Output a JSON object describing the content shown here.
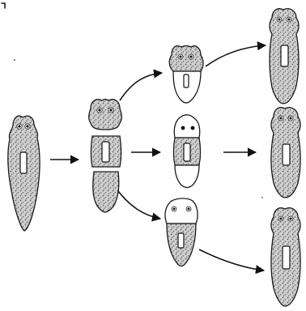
{
  "diagram": {
    "stages": {
      "intact_worm": "intact",
      "cut_pieces": [
        "head",
        "trunk",
        "tail"
      ],
      "regenerated_partials": [
        "head-fragment",
        "trunk-fragment",
        "tail-fragment"
      ],
      "complete_worms": [
        "worm-from-head",
        "worm-from-trunk",
        "worm-from-tail"
      ]
    },
    "colors": {
      "stipple_base": "#cfcfcf",
      "stipple_dot": "#5a5a5a",
      "outline": "#1a1a1a",
      "new_tissue": "#ffffff"
    }
  }
}
